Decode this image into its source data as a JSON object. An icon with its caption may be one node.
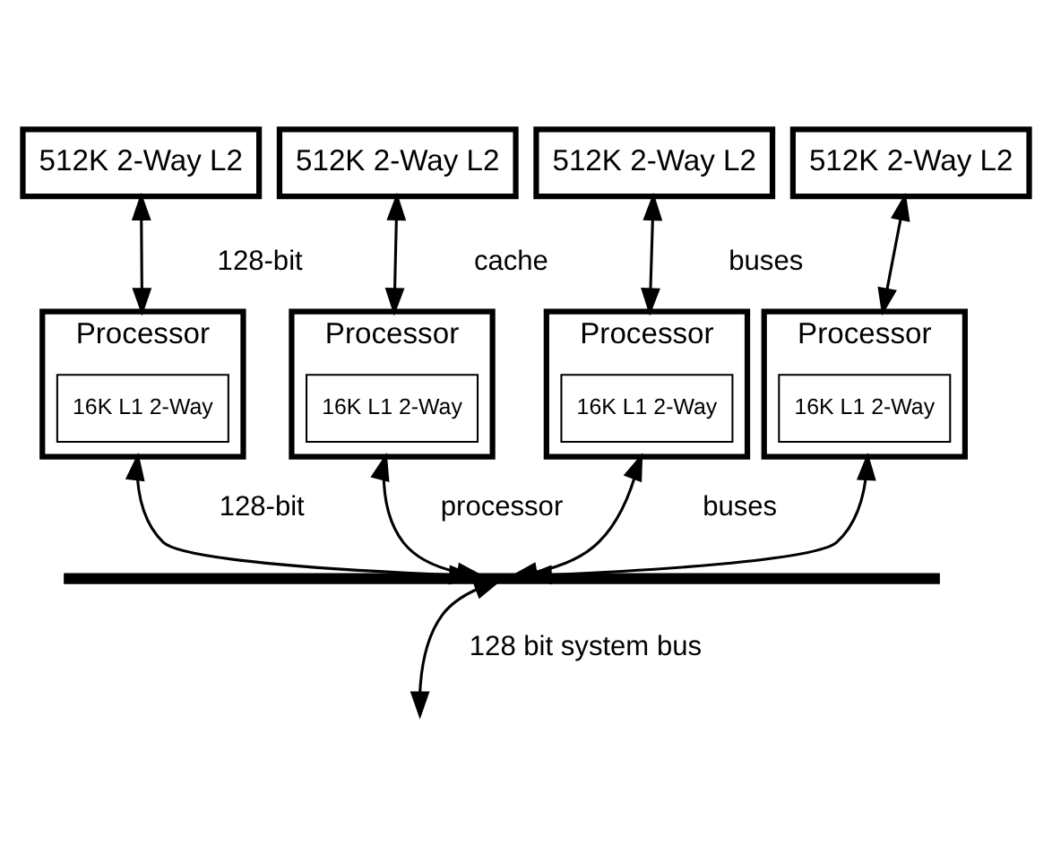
{
  "diagram": {
    "nodes": [
      {
        "text": [
          "512K 2-Way L2"
        ]
      },
      {
        "text": [
          "512K 2-Way L2"
        ]
      },
      {
        "text": [
          "512K 2-Way L2"
        ]
      },
      {
        "text": [
          "512K 2-Way L2"
        ]
      },
      {
        "text": [
          "Processor"
        ]
      },
      {
        "text": [
          "16K L1 2-Way"
        ],
        "in": 4
      },
      {
        "text": [
          "Processor"
        ]
      },
      {
        "text": [
          "16K L1 2-Way"
        ],
        "in": 6
      },
      {
        "text": [
          "Processor"
        ]
      },
      {
        "text": [
          "16K L1 2-Way"
        ],
        "in": 8
      },
      {
        "text": [
          "Processor"
        ]
      },
      {
        "text": [
          "16K L1 2-Way"
        ],
        "in": 10
      },
      {
        "text": [],
        "shape": "bar"
      }
    ],
    "edges": [
      {
        "from": 0,
        "to": 4,
        "arrow": "both"
      },
      {
        "from": 1,
        "to": 6,
        "arrow": "both"
      },
      {
        "from": 2,
        "to": 8,
        "arrow": "both"
      },
      {
        "from": 3,
        "to": 10,
        "arrow": "both"
      },
      {
        "from": 4,
        "to": 12,
        "arrow": "both"
      },
      {
        "from": 6,
        "to": 12,
        "arrow": "both"
      },
      {
        "from": 8,
        "to": 12,
        "arrow": "both"
      },
      {
        "from": 10,
        "to": 12,
        "arrow": "both"
      },
      {
        "from": 12,
        "to": null,
        "arrow": "both"
      }
    ],
    "labels": [
      "128-bit",
      "cache",
      "buses",
      "128-bit",
      "processor",
      "buses",
      "128 bit system bus"
    ]
  }
}
